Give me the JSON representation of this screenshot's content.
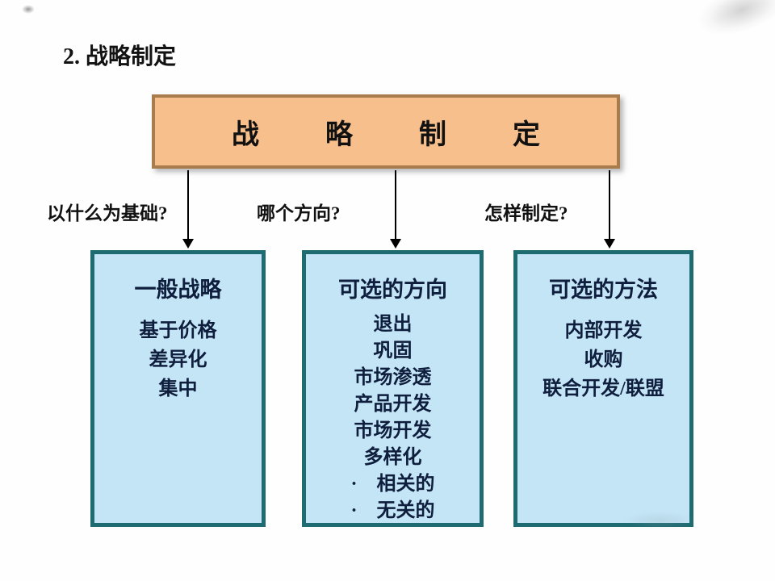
{
  "slide": {
    "title": "2. 战略制定"
  },
  "root_box": {
    "label": "战略制定"
  },
  "branches": [
    {
      "question": "以什么为基础?",
      "box": {
        "title": "一般战略",
        "items": [
          "基于价格",
          "差异化",
          "集中"
        ]
      }
    },
    {
      "question": "哪个方向?",
      "box": {
        "title": "可选的方向",
        "items": [
          "退出",
          "巩固",
          "市场渗透",
          "产品开发",
          "市场开发",
          "多样化",
          "·　相关的",
          "·　无关的"
        ]
      }
    },
    {
      "question": "怎样制定?",
      "box": {
        "title": "可选的方法",
        "items": [
          "内部开发",
          "收购",
          "联合开发/联盟"
        ]
      }
    }
  ],
  "colors": {
    "root_box_fill": "#f6bf8c",
    "root_box_border": "#a97c4e",
    "branch_box_fill": "#c3e5f6",
    "branch_box_border": "#1e6b72",
    "branch_text": "#0f1e3d",
    "text_black": "#111111"
  }
}
